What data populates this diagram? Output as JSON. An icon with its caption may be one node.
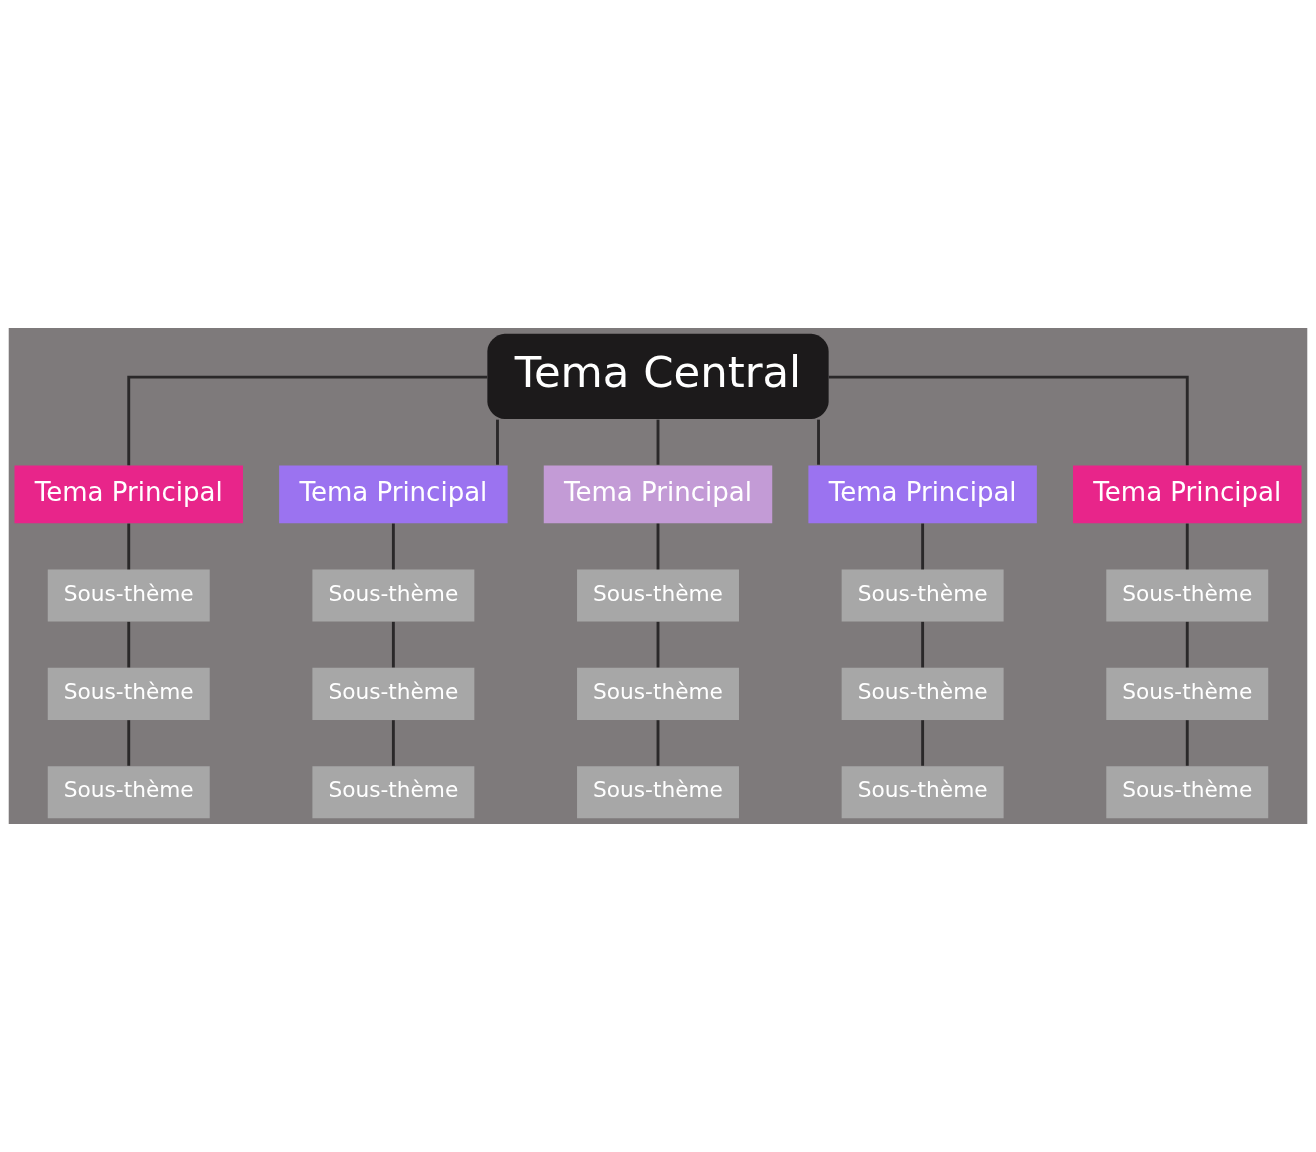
{
  "diagram": {
    "nodes": [
      {
        "text": [
          "Tema Central"
        ]
      },
      {
        "text": [
          "Tema Principal"
        ]
      },
      {
        "text": [
          "Sous-thème"
        ]
      },
      {
        "text": [
          "Sous-thème"
        ]
      },
      {
        "text": [
          "Sous-thème"
        ]
      },
      {
        "text": [
          "Tema Principal"
        ]
      },
      {
        "text": [
          "Sous-thème"
        ]
      },
      {
        "text": [
          "Sous-thème"
        ]
      },
      {
        "text": [
          "Sous-thème"
        ]
      },
      {
        "text": [
          "Tema Principal"
        ]
      },
      {
        "text": [
          "Sous-thème"
        ]
      },
      {
        "text": [
          "Sous-thème"
        ]
      },
      {
        "text": [
          "Sous-thème"
        ]
      },
      {
        "text": [
          "Tema Principal"
        ]
      },
      {
        "text": [
          "Sous-thème"
        ]
      },
      {
        "text": [
          "Sous-thème"
        ]
      },
      {
        "text": [
          "Sous-thème"
        ]
      },
      {
        "text": [
          "Tema Principal"
        ]
      },
      {
        "text": [
          "Sous-thème"
        ]
      },
      {
        "text": [
          "Sous-thème"
        ]
      },
      {
        "text": [
          "Sous-thème"
        ]
      }
    ],
    "edges": [
      {
        "from": 0,
        "to": 1,
        "arrow": "none"
      },
      {
        "from": 1,
        "to": 2,
        "arrow": "none"
      },
      {
        "from": 2,
        "to": 3,
        "arrow": "none"
      },
      {
        "from": 3,
        "to": 4,
        "arrow": "none"
      },
      {
        "from": 0,
        "to": 5,
        "arrow": "none"
      },
      {
        "from": 5,
        "to": 6,
        "arrow": "none"
      },
      {
        "from": 6,
        "to": 7,
        "arrow": "none"
      },
      {
        "from": 7,
        "to": 8,
        "arrow": "none"
      },
      {
        "from": 0,
        "to": 9,
        "arrow": "none"
      },
      {
        "from": 9,
        "to": 10,
        "arrow": "none"
      },
      {
        "from": 10,
        "to": 11,
        "arrow": "none"
      },
      {
        "from": 11,
        "to": 12,
        "arrow": "none"
      },
      {
        "from": 0,
        "to": 13,
        "arrow": "none"
      },
      {
        "from": 13,
        "to": 14,
        "arrow": "none"
      },
      {
        "from": 14,
        "to": 15,
        "arrow": "none"
      },
      {
        "from": 15,
        "to": 16,
        "arrow": "none"
      },
      {
        "from": 0,
        "to": 17,
        "arrow": "none"
      },
      {
        "from": 17,
        "to": 18,
        "arrow": "none"
      },
      {
        "from": 18,
        "to": 19,
        "arrow": "none"
      },
      {
        "from": 19,
        "to": 20,
        "arrow": "none"
      }
    ]
  }
}
